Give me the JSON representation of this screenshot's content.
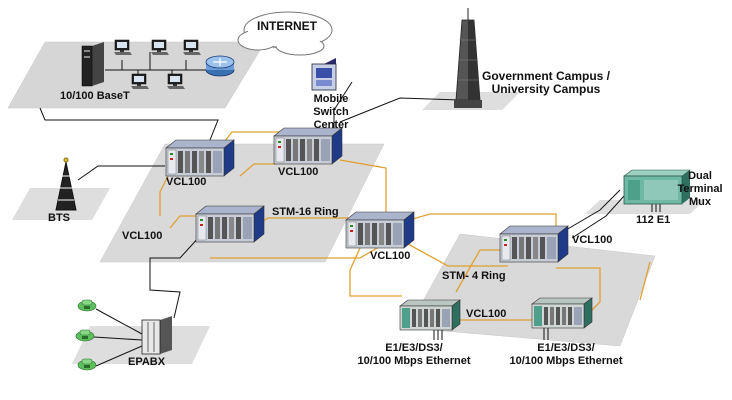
{
  "labels": {
    "internet": "INTERNET",
    "lan": "10/100 BaseT",
    "msc_line1": "Mobile",
    "msc_line2": "Switch",
    "msc_line3": "Center",
    "campus_line1": "Government Campus /",
    "campus_line2": "University Campus",
    "vcl_top_left": "VCL100",
    "vcl_top_mid": "VCL100",
    "vcl_left": "VCL100",
    "vcl_center": "VCL100",
    "vcl_right": "VCL100",
    "vcl_bottom": "VCL100",
    "stm16": "STM-16 Ring",
    "stm4": "STM- 4 Ring",
    "bts": "BTS",
    "epabx": "EPABX",
    "dtm_line1": "Dual",
    "dtm_line2": "Terminal",
    "dtm_line3": "Mux",
    "e1_count": "112 E1",
    "trib_left_line1": "E1/E3/DS3/",
    "trib_left_line2": "10/100 Mbps Ethernet",
    "trib_right_line1": "E1/E3/DS3/",
    "trib_right_line2": "10/100 Mbps Ethernet"
  },
  "colors": {
    "platform": "#d9d9d9",
    "ring": "#e0a030",
    "link": "#111111",
    "chassis": "#2f4fa0",
    "equipment_green": "#4fa08a"
  }
}
